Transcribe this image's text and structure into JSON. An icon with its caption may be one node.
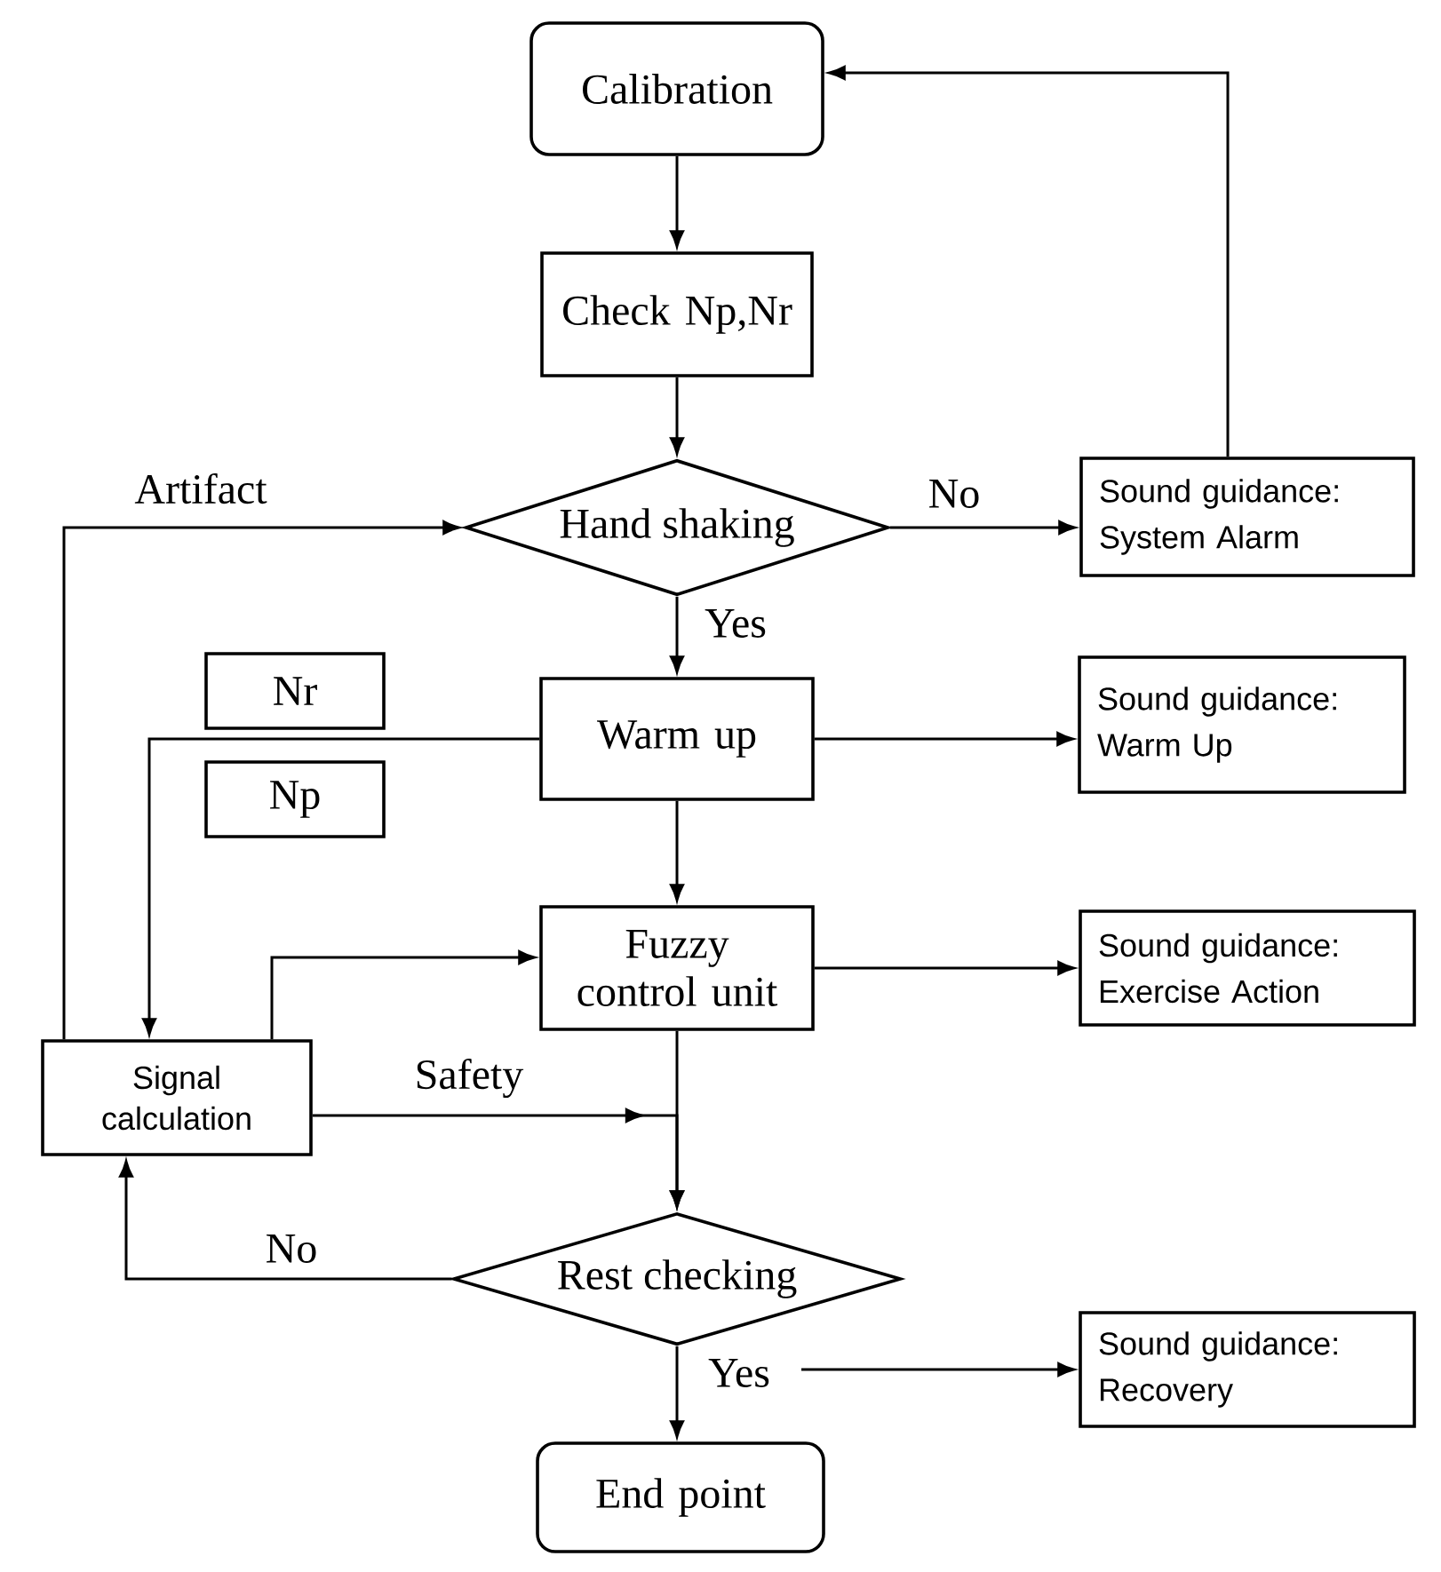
{
  "diagram": {
    "nodes": [
      {
        "text": [
          "Calibration"
        ]
      },
      {
        "text": [
          "Check Np,Nr"
        ]
      },
      {
        "text": [
          "Hand shaking"
        ]
      },
      {
        "text": [
          "Sound guidance:",
          "System Alarm"
        ]
      },
      {
        "text": [
          "Nr"
        ]
      },
      {
        "text": [
          "Warm up"
        ]
      },
      {
        "text": [
          "Np"
        ]
      },
      {
        "text": [
          "Sound guidance:",
          "Warm Up"
        ]
      },
      {
        "text": [
          "Signal calculation"
        ]
      },
      {
        "text": [
          "Fuzzy control unit"
        ]
      },
      {
        "text": [
          "Sound guidance:",
          "Exercise Action"
        ]
      },
      {
        "text": [
          "Rest checking"
        ]
      },
      {
        "text": [
          "Sound guidance:",
          "Recovery"
        ]
      },
      {
        "text": [
          "End point"
        ]
      }
    ],
    "edges": [
      {
        "from": 0,
        "to": 1,
        "arrow": "to"
      },
      {
        "from": 1,
        "to": 2,
        "arrow": "to"
      },
      {
        "from": 2,
        "to": 3,
        "arrow": "to",
        "label": "No"
      },
      {
        "from": 3,
        "to": 0,
        "arrow": "to"
      },
      {
        "from": 2,
        "to": 5,
        "arrow": "to",
        "label": "Yes"
      },
      {
        "from": 5,
        "to": 7,
        "arrow": "to"
      },
      {
        "from": 5,
        "to": 9,
        "arrow": "to"
      },
      {
        "from": 5,
        "to": 8,
        "arrow": "to"
      },
      {
        "from": 8,
        "to": 9,
        "arrow": "to"
      },
      {
        "from": 8,
        "to": 2,
        "arrow": "to",
        "label": "Artifact"
      },
      {
        "from": 9,
        "to": 10,
        "arrow": "to"
      },
      {
        "from": 8,
        "to": 11,
        "arrow": "to",
        "label": "Safety"
      },
      {
        "from": 9,
        "to": 11,
        "arrow": "to"
      },
      {
        "from": 11,
        "to": 8,
        "arrow": "to",
        "label": "No"
      },
      {
        "from": 11,
        "to": 13,
        "arrow": "to",
        "label": "Yes"
      },
      {
        "from": 11,
        "to": 12,
        "arrow": "to"
      }
    ]
  }
}
